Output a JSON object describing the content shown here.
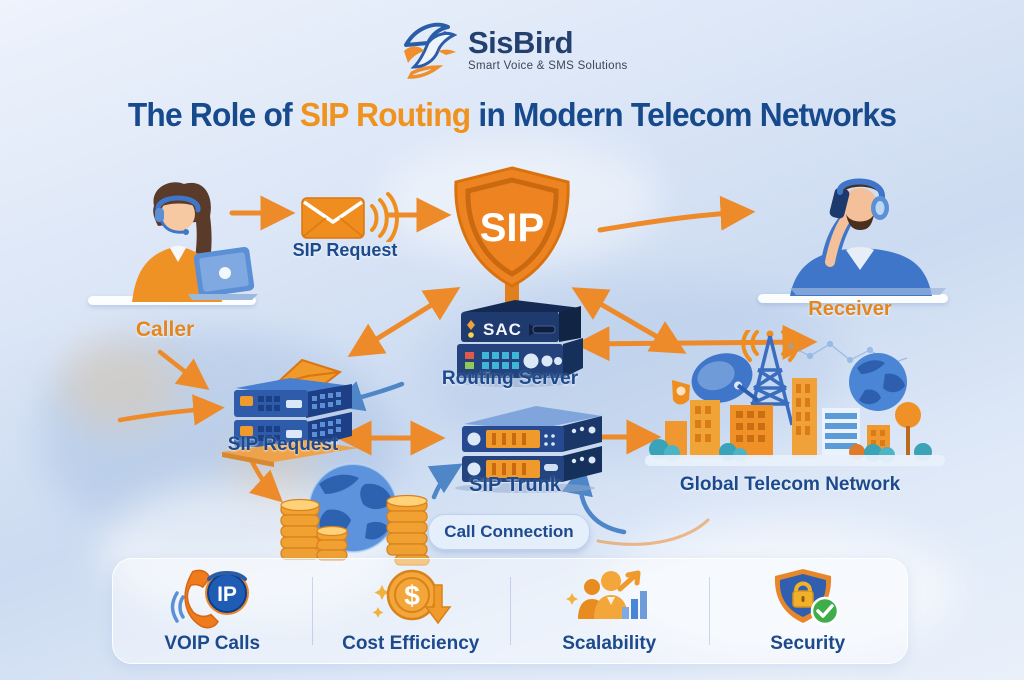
{
  "logo": {
    "name": "SisBird",
    "tagline": "Smart Voice & SMS Solutions",
    "icon": "bird-logo-icon"
  },
  "title": {
    "part1": "The Role of ",
    "highlight": "SIP Routing",
    "part2": " in Modern Telecom Networks"
  },
  "nodes": {
    "caller": {
      "label": "Caller"
    },
    "sip_request_msg": {
      "label": "SIP Request",
      "icon": "envelope-signal-icon"
    },
    "sip_shield": {
      "label": "SIP",
      "icon": "sip-shield-icon"
    },
    "receiver": {
      "label": "Receiver"
    },
    "routing_server": {
      "label": "Routing Server",
      "badge": "SAC",
      "icon": "routing-server-icon"
    },
    "sip_request_server": {
      "label": "SIP Request",
      "icon": "sip-request-server-icon"
    },
    "sip_trunk": {
      "label": "SIP Trunk",
      "icon": "sip-trunk-server-icon"
    },
    "global_network": {
      "label": "Global Telecom Network",
      "icon": "city-telecom-icon"
    },
    "globe_coins": {
      "icon": "globe-coins-icon"
    },
    "call_connection": {
      "label": "Call Connection"
    }
  },
  "features": [
    {
      "label": "VOIP Calls",
      "icon": "voip-phone-ip-icon",
      "badge": "IP"
    },
    {
      "label": "Cost Efficiency",
      "icon": "dollar-coin-down-arrow-icon",
      "symbol": "$"
    },
    {
      "label": "Scalability",
      "icon": "people-growth-chart-icon"
    },
    {
      "label": "Security",
      "icon": "shield-lock-check-icon"
    }
  ],
  "colors": {
    "title_blue": "#174a8c",
    "accent_orange": "#f0921e",
    "arrow_orange": "#ed8a2a",
    "arrow_blue": "#4e86c8",
    "label_blue": "#1c4a8c",
    "label_orange": "#e2861f",
    "server_navy": "#1e3a6e",
    "background": "#dde7f7"
  }
}
